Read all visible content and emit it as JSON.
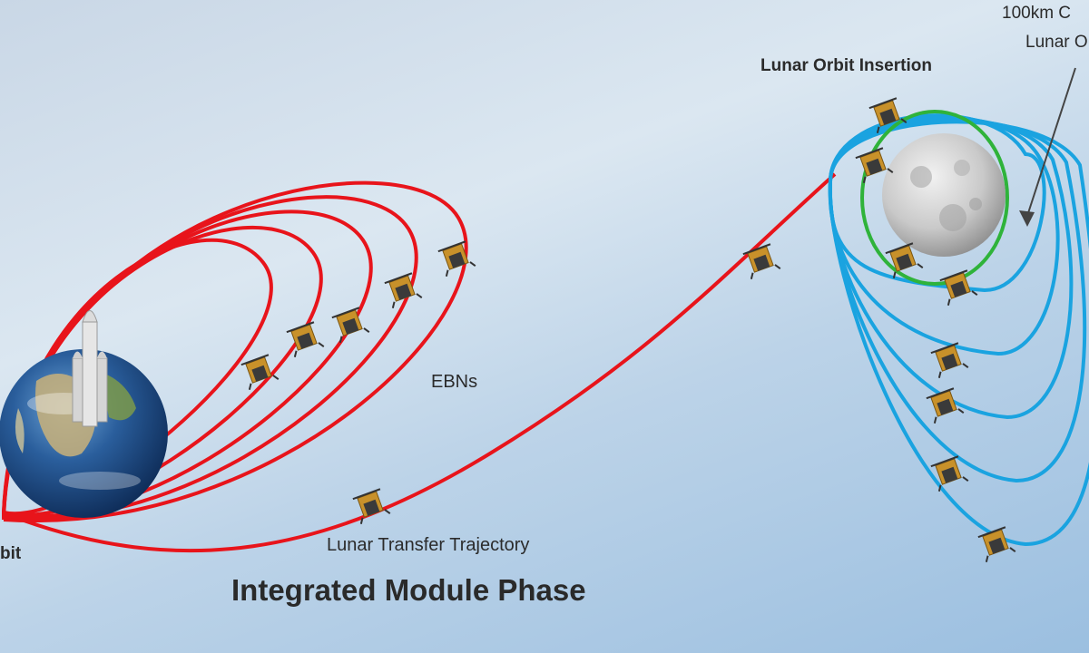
{
  "labels": {
    "ebns": "EBNs",
    "lunar_transfer_trajectory": "Lunar Transfer Trajectory",
    "phase_title": "Integrated Module Phase",
    "lunar_orbit_insertion": "Lunar Orbit Insertion",
    "orbit_100km": "100km C",
    "lunar_orbit_partial": "Lunar O",
    "earth_orbit_partial": "bit"
  },
  "colors": {
    "earth_orbits": "#e8141b",
    "lunar_orbits": "#1aa3e0",
    "final_orbit": "#2fb33a",
    "background": "#c9d7e6"
  },
  "icons": [
    "earth-icon",
    "moon-icon",
    "rocket-icon",
    "spacecraft-icon"
  ]
}
